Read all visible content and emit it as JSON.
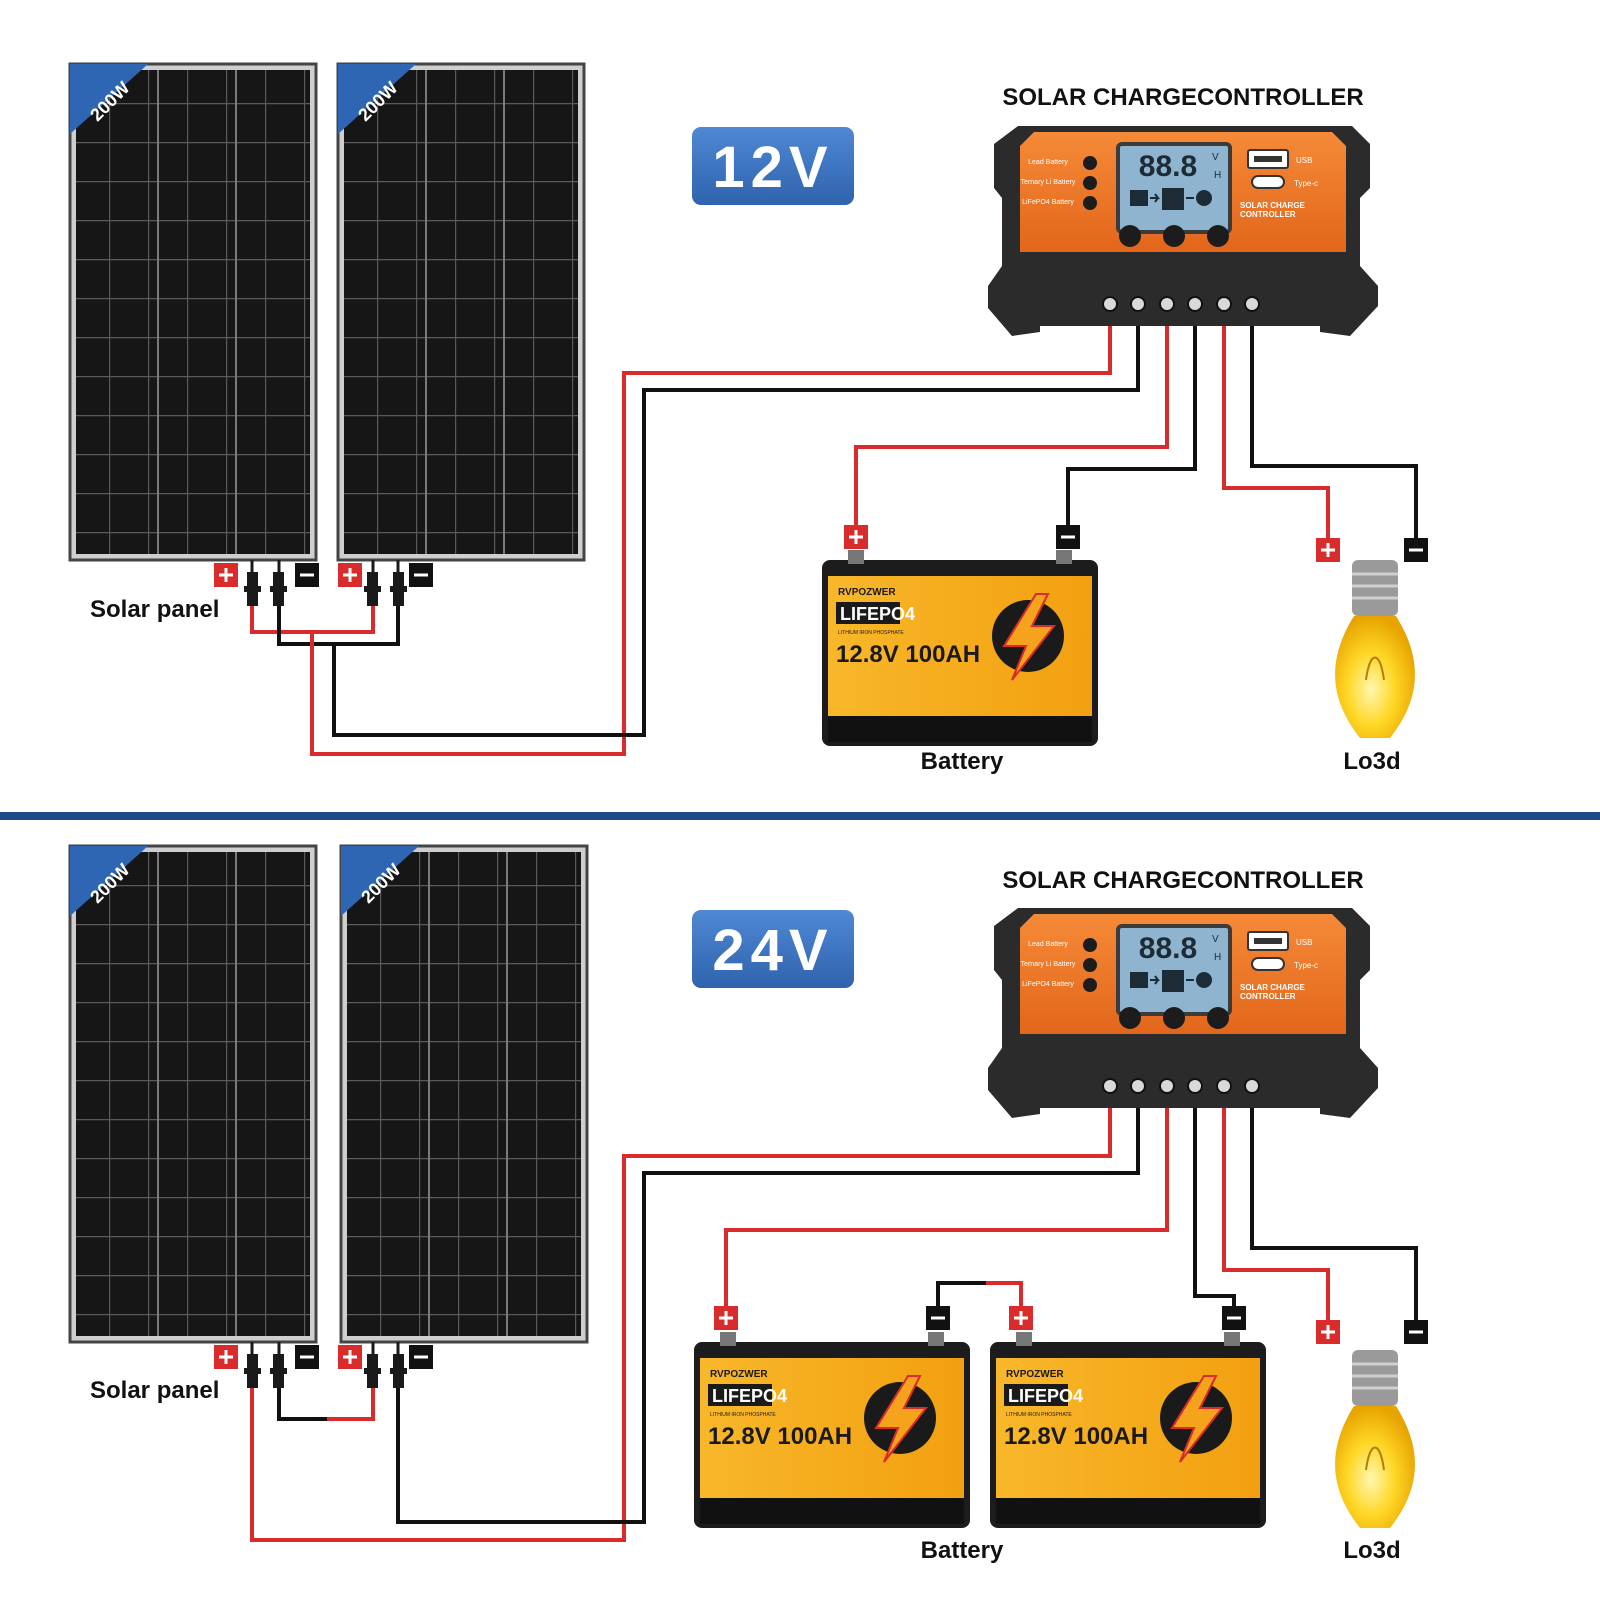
{
  "colors": {
    "wire_positive": "#d92b2b",
    "wire_negative": "#111111",
    "divider": "#1f4a8a",
    "voltage_badge": "#3d75c1",
    "controller_body": "#2b2b2b",
    "controller_face": "#f07a2a",
    "lcd": "#8fb4cf",
    "battery_body": "#f2a81d",
    "battery_top": "#1c1c1c",
    "bulb_glass": "#ffd21a"
  },
  "icons": {
    "positive": "plus-terminal-icon",
    "negative": "minus-terminal-icon",
    "bulb": "light-bulb-icon",
    "bolt": "lightning-bolt-icon"
  },
  "sections": [
    {
      "voltage": "12V",
      "controller_title": "SOLAR CHARGECONTROLLER",
      "panels": [
        {
          "rating": "200W"
        },
        {
          "rating": "200W"
        }
      ],
      "solar_label": "Solar panel",
      "battery_label": "Battery",
      "load_label": "Lo3d",
      "batteries": [
        {
          "brand": "RVPOZWER",
          "chem": "LIFEPO4",
          "chem_sub": "LITHIUM IRON PHOSPHATE",
          "rating": "12.8V 100AH"
        }
      ]
    },
    {
      "voltage": "24V",
      "controller_title": "SOLAR CHARGECONTROLLER",
      "panels": [
        {
          "rating": "200W"
        },
        {
          "rating": "200W"
        }
      ],
      "solar_label": "Solar panel",
      "battery_label": "Battery",
      "load_label": "Lo3d",
      "batteries": [
        {
          "brand": "RVPOZWER",
          "chem": "LIFEPO4",
          "chem_sub": "LITHIUM IRON PHOSPHATE",
          "rating": "12.8V 100AH"
        },
        {
          "brand": "RVPOZWER",
          "chem": "LIFEPO4",
          "chem_sub": "LITHIUM IRON PHOSPHATE",
          "rating": "12.8V 100AH"
        }
      ]
    }
  ],
  "controller": {
    "lcd_digits": "88.8",
    "lcd_unit_top": "V",
    "lcd_unit_bottom": "H",
    "battery_types": [
      "Lead Battery",
      "Ternary Li Battery",
      "LiFePO4 Battery"
    ],
    "usb_label": "USB",
    "typec_label": "Type-c",
    "brand_line1": "SOLAR CHARGE",
    "brand_line2": "CONTROLLER"
  }
}
